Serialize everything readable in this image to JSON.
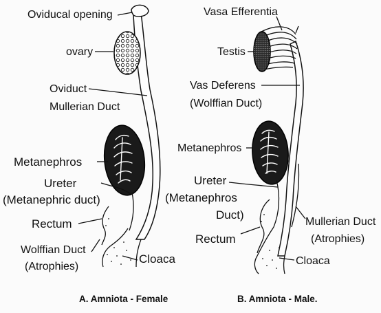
{
  "female": {
    "labels": {
      "oviducal_opening": "Oviducal opening",
      "ovary": "ovary",
      "oviduct": "Oviduct",
      "mullerian_duct": "Mullerian Duct",
      "metanephros": "Metanephros",
      "ureter": "Ureter",
      "metanephric_duct": "(Metanephric duct)",
      "rectum": "Rectum",
      "wolffian_duct": "Wolffian Duct",
      "atrophies": "(Atrophies)",
      "cloaca": "Cloaca"
    },
    "caption": "A. Amniota - Female"
  },
  "male": {
    "labels": {
      "vasa_efferentia": "Vasa Efferentia",
      "testis": "Testis",
      "vas_deferens": "Vas Deferens",
      "wolffian_duct": "(Wolffian Duct)",
      "metanephros": "Metanephros",
      "ureter": "Ureter",
      "metanephros_duct_1": "(Metanephros",
      "metanephros_duct_2": "Duct)",
      "rectum": "Rectum",
      "mullerian_duct": "Mullerian Duct",
      "atrophies": "(Atrophies)",
      "cloaca": "Cloaca"
    },
    "caption": "B. Amniota - Male."
  },
  "colors": {
    "ink": "#111111",
    "organ_dark": "#1a1a1a",
    "paper": "#fbfbfb"
  }
}
